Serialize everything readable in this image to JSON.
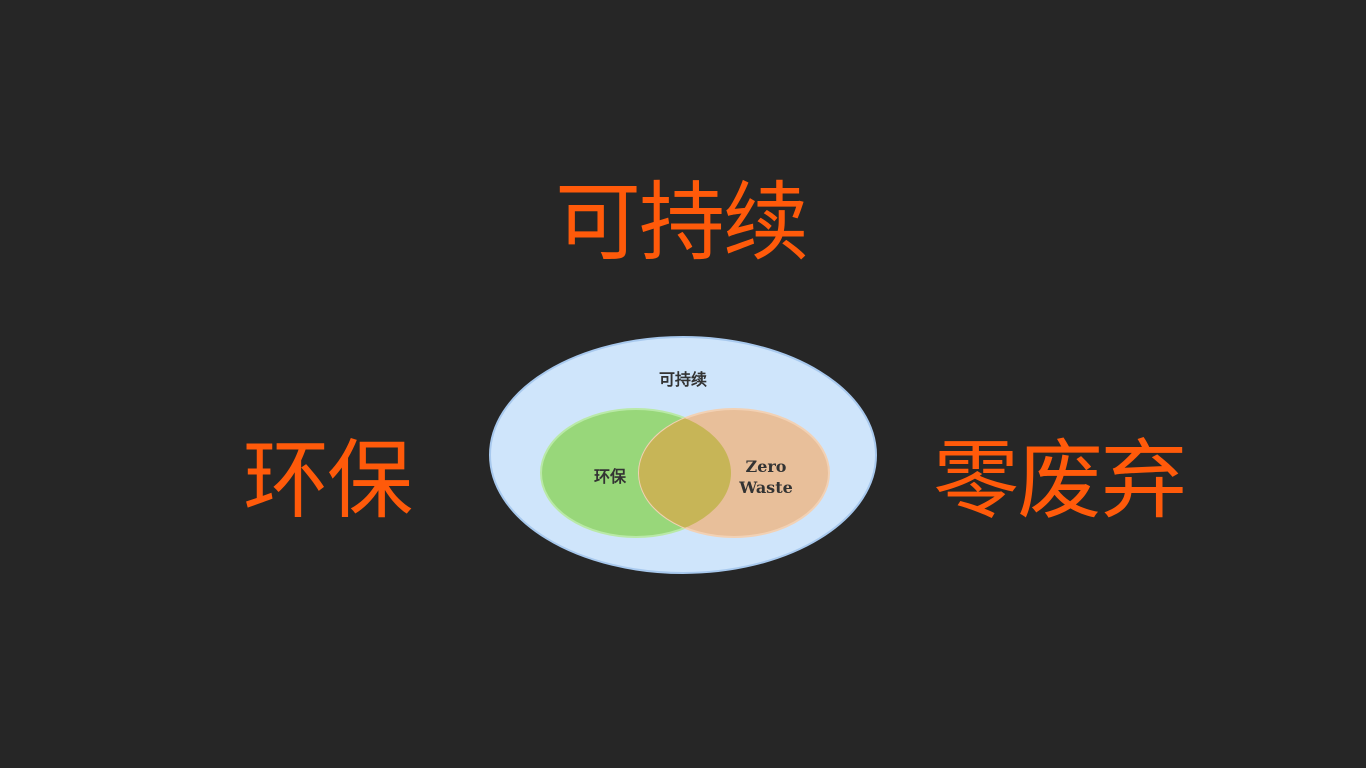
{
  "headings": {
    "top": "可持续",
    "left": "环保",
    "right": "零废弃"
  },
  "venn": {
    "outer_label": "可持续",
    "left_label": "环保",
    "right_label_line1": "Zero",
    "right_label_line2": "Waste",
    "colors": {
      "outer_fill": "#cfe5fb",
      "outer_stroke": "#a8c9ee",
      "left_fill": "#98d77a",
      "right_fill": "#e8bf9a",
      "overlap_fill": "#c7b557",
      "text": "#333333"
    }
  },
  "colors": {
    "background": "#262626",
    "accent": "#ff5a0a"
  }
}
